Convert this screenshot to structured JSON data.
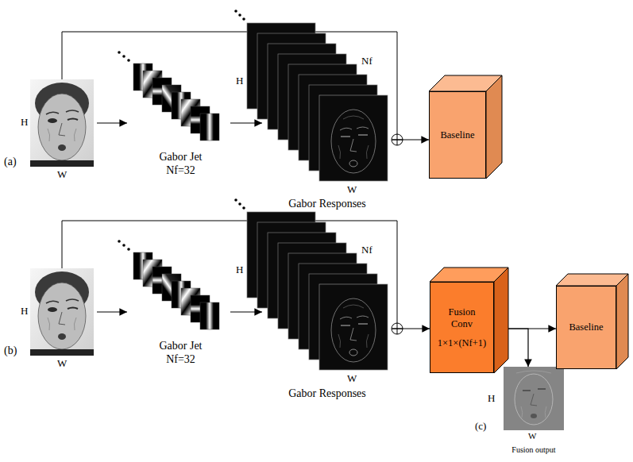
{
  "diagram": {
    "nodes": [
      {
        "text": [
          "Gabor Jet",
          "Nf=32"
        ]
      },
      {
        "text": [
          "Gabor Responses"
        ]
      },
      {
        "text": [
          "Baseline"
        ]
      },
      {
        "text": [
          "Gabor Jet",
          "Nf=32"
        ]
      },
      {
        "text": [
          "Gabor Responses"
        ]
      },
      {
        "text": [
          "Fusion Conv",
          "1×1×(Nf+1)"
        ]
      },
      {
        "text": [
          "Baseline"
        ]
      },
      {
        "text": [
          "Fusion output"
        ]
      }
    ],
    "edges": [
      {
        "from": 0,
        "to": 1,
        "arrow": "to"
      },
      {
        "from": 1,
        "to": 2,
        "arrow": "to"
      },
      {
        "from": 3,
        "to": 4,
        "arrow": "to"
      },
      {
        "from": 4,
        "to": 5,
        "arrow": "to"
      },
      {
        "from": 5,
        "to": 6,
        "arrow": "to"
      },
      {
        "from": 5,
        "to": 7,
        "arrow": "to"
      }
    ],
    "labels": [
      "(a)",
      "H",
      "W",
      "H",
      "Nf",
      "W",
      "(b)",
      "H",
      "W",
      "H",
      "Nf",
      "W",
      "(c)",
      "H",
      "W"
    ]
  }
}
